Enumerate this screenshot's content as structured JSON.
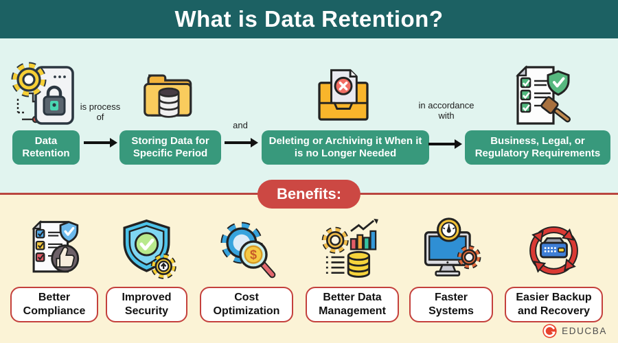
{
  "header": {
    "title": "What is Data Retention?"
  },
  "flow": {
    "steps": [
      {
        "label": "Data Retention",
        "icon": "gear-lock-document-icon"
      },
      {
        "label": "Storing Data for Specific Period",
        "icon": "folder-database-icon"
      },
      {
        "label": "Deleting or Archiving it When it is no Longer Needed",
        "icon": "document-delete-tray-icon"
      },
      {
        "label": "Business, Legal, or Regulatory Requirements",
        "icon": "checklist-shield-gavel-icon"
      }
    ],
    "connectors": [
      {
        "label": "is process of"
      },
      {
        "label": "and"
      },
      {
        "label": "in accordance with"
      }
    ]
  },
  "benefits": {
    "banner_label": "Benefits:",
    "items": [
      {
        "label": "Better Compliance",
        "icon": "checklist-thumbs-up-icon"
      },
      {
        "label": "Improved Security",
        "icon": "shield-check-gear-icon"
      },
      {
        "label": "Cost Optimization",
        "icon": "gear-magnifier-dollar-icon",
        "icon_glyph": "$"
      },
      {
        "label": "Better Data Management",
        "icon": "gear-chart-database-icon"
      },
      {
        "label": "Faster Systems",
        "icon": "monitor-speedometer-gear-icon"
      },
      {
        "label": "Easier Backup and Recovery",
        "icon": "server-sync-arrows-icon"
      }
    ]
  },
  "brand": {
    "name": "EDUCBA"
  },
  "colors": {
    "header_bg": "#1c6163",
    "flow_bg": "#e1f4ef",
    "step_box_green": "#38997c",
    "accent_red": "#cc4843",
    "divider_red": "#b9453f",
    "benefits_bg": "#fbf3d6",
    "label_border_red": "#c4403c"
  }
}
